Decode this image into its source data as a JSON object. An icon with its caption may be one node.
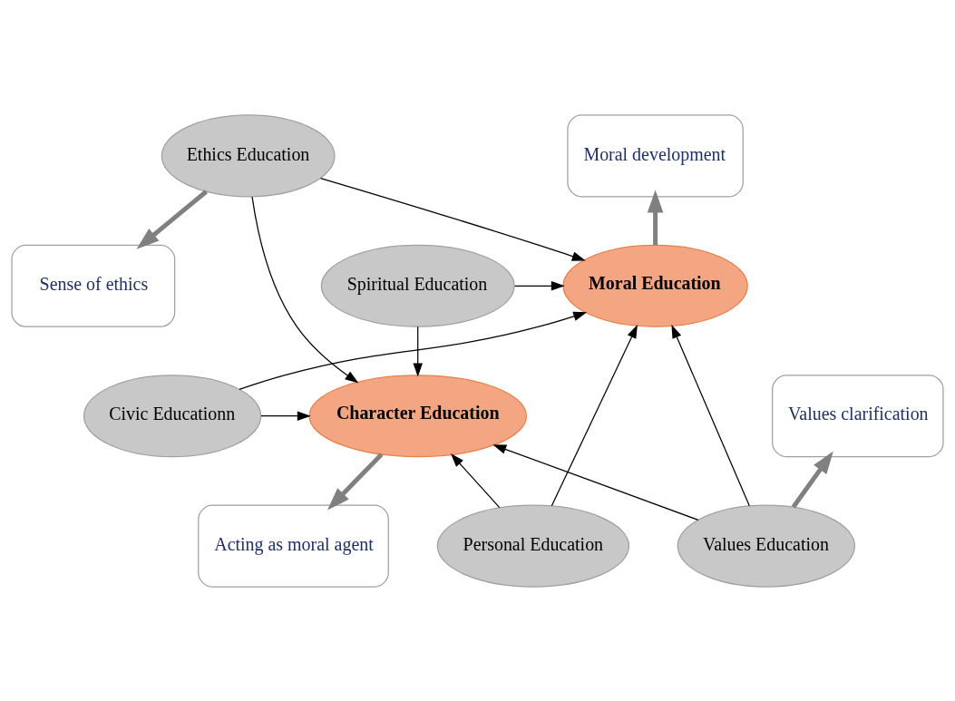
{
  "diagram": {
    "nodes": [
      {
        "text": [
          "Ethics Education"
        ]
      },
      {
        "text": [
          "Sense of ethics"
        ]
      },
      {
        "text": [
          "Moral development"
        ]
      },
      {
        "text": [
          "Moral Education"
        ]
      },
      {
        "text": [
          "Character Education"
        ]
      },
      {
        "text": [
          "Spiritual Education"
        ]
      },
      {
        "text": [
          "Civic Educationn"
        ]
      },
      {
        "text": [
          "Personal Education"
        ]
      },
      {
        "text": [
          "Values clarification"
        ]
      },
      {
        "text": [
          "Values Education"
        ]
      },
      {
        "text": [
          "Acting as moral agent"
        ]
      }
    ],
    "edges": [
      {
        "from": 0,
        "to": 1,
        "arrow": "to",
        "style": "thick",
        "color": "#808080"
      },
      {
        "from": 3,
        "to": 2,
        "arrow": "to",
        "style": "thick",
        "color": "#808080"
      },
      {
        "from": 4,
        "to": 10,
        "arrow": "to",
        "style": "thick",
        "color": "#808080"
      },
      {
        "from": 9,
        "to": 8,
        "arrow": "to",
        "style": "thick",
        "color": "#808080"
      },
      {
        "from": 0,
        "to": 3,
        "arrow": "to"
      },
      {
        "from": 0,
        "to": 4,
        "arrow": "to"
      },
      {
        "from": 9,
        "to": 3,
        "arrow": "to"
      },
      {
        "from": 9,
        "to": 4,
        "arrow": "to"
      },
      {
        "from": 5,
        "to": 3,
        "arrow": "to"
      },
      {
        "from": 5,
        "to": 4,
        "arrow": "to"
      },
      {
        "from": 6,
        "to": 3,
        "arrow": "to"
      },
      {
        "from": 6,
        "to": 4,
        "arrow": "to"
      },
      {
        "from": 7,
        "to": 3,
        "arrow": "to"
      },
      {
        "from": 7,
        "to": 4,
        "arrow": "to"
      }
    ]
  }
}
